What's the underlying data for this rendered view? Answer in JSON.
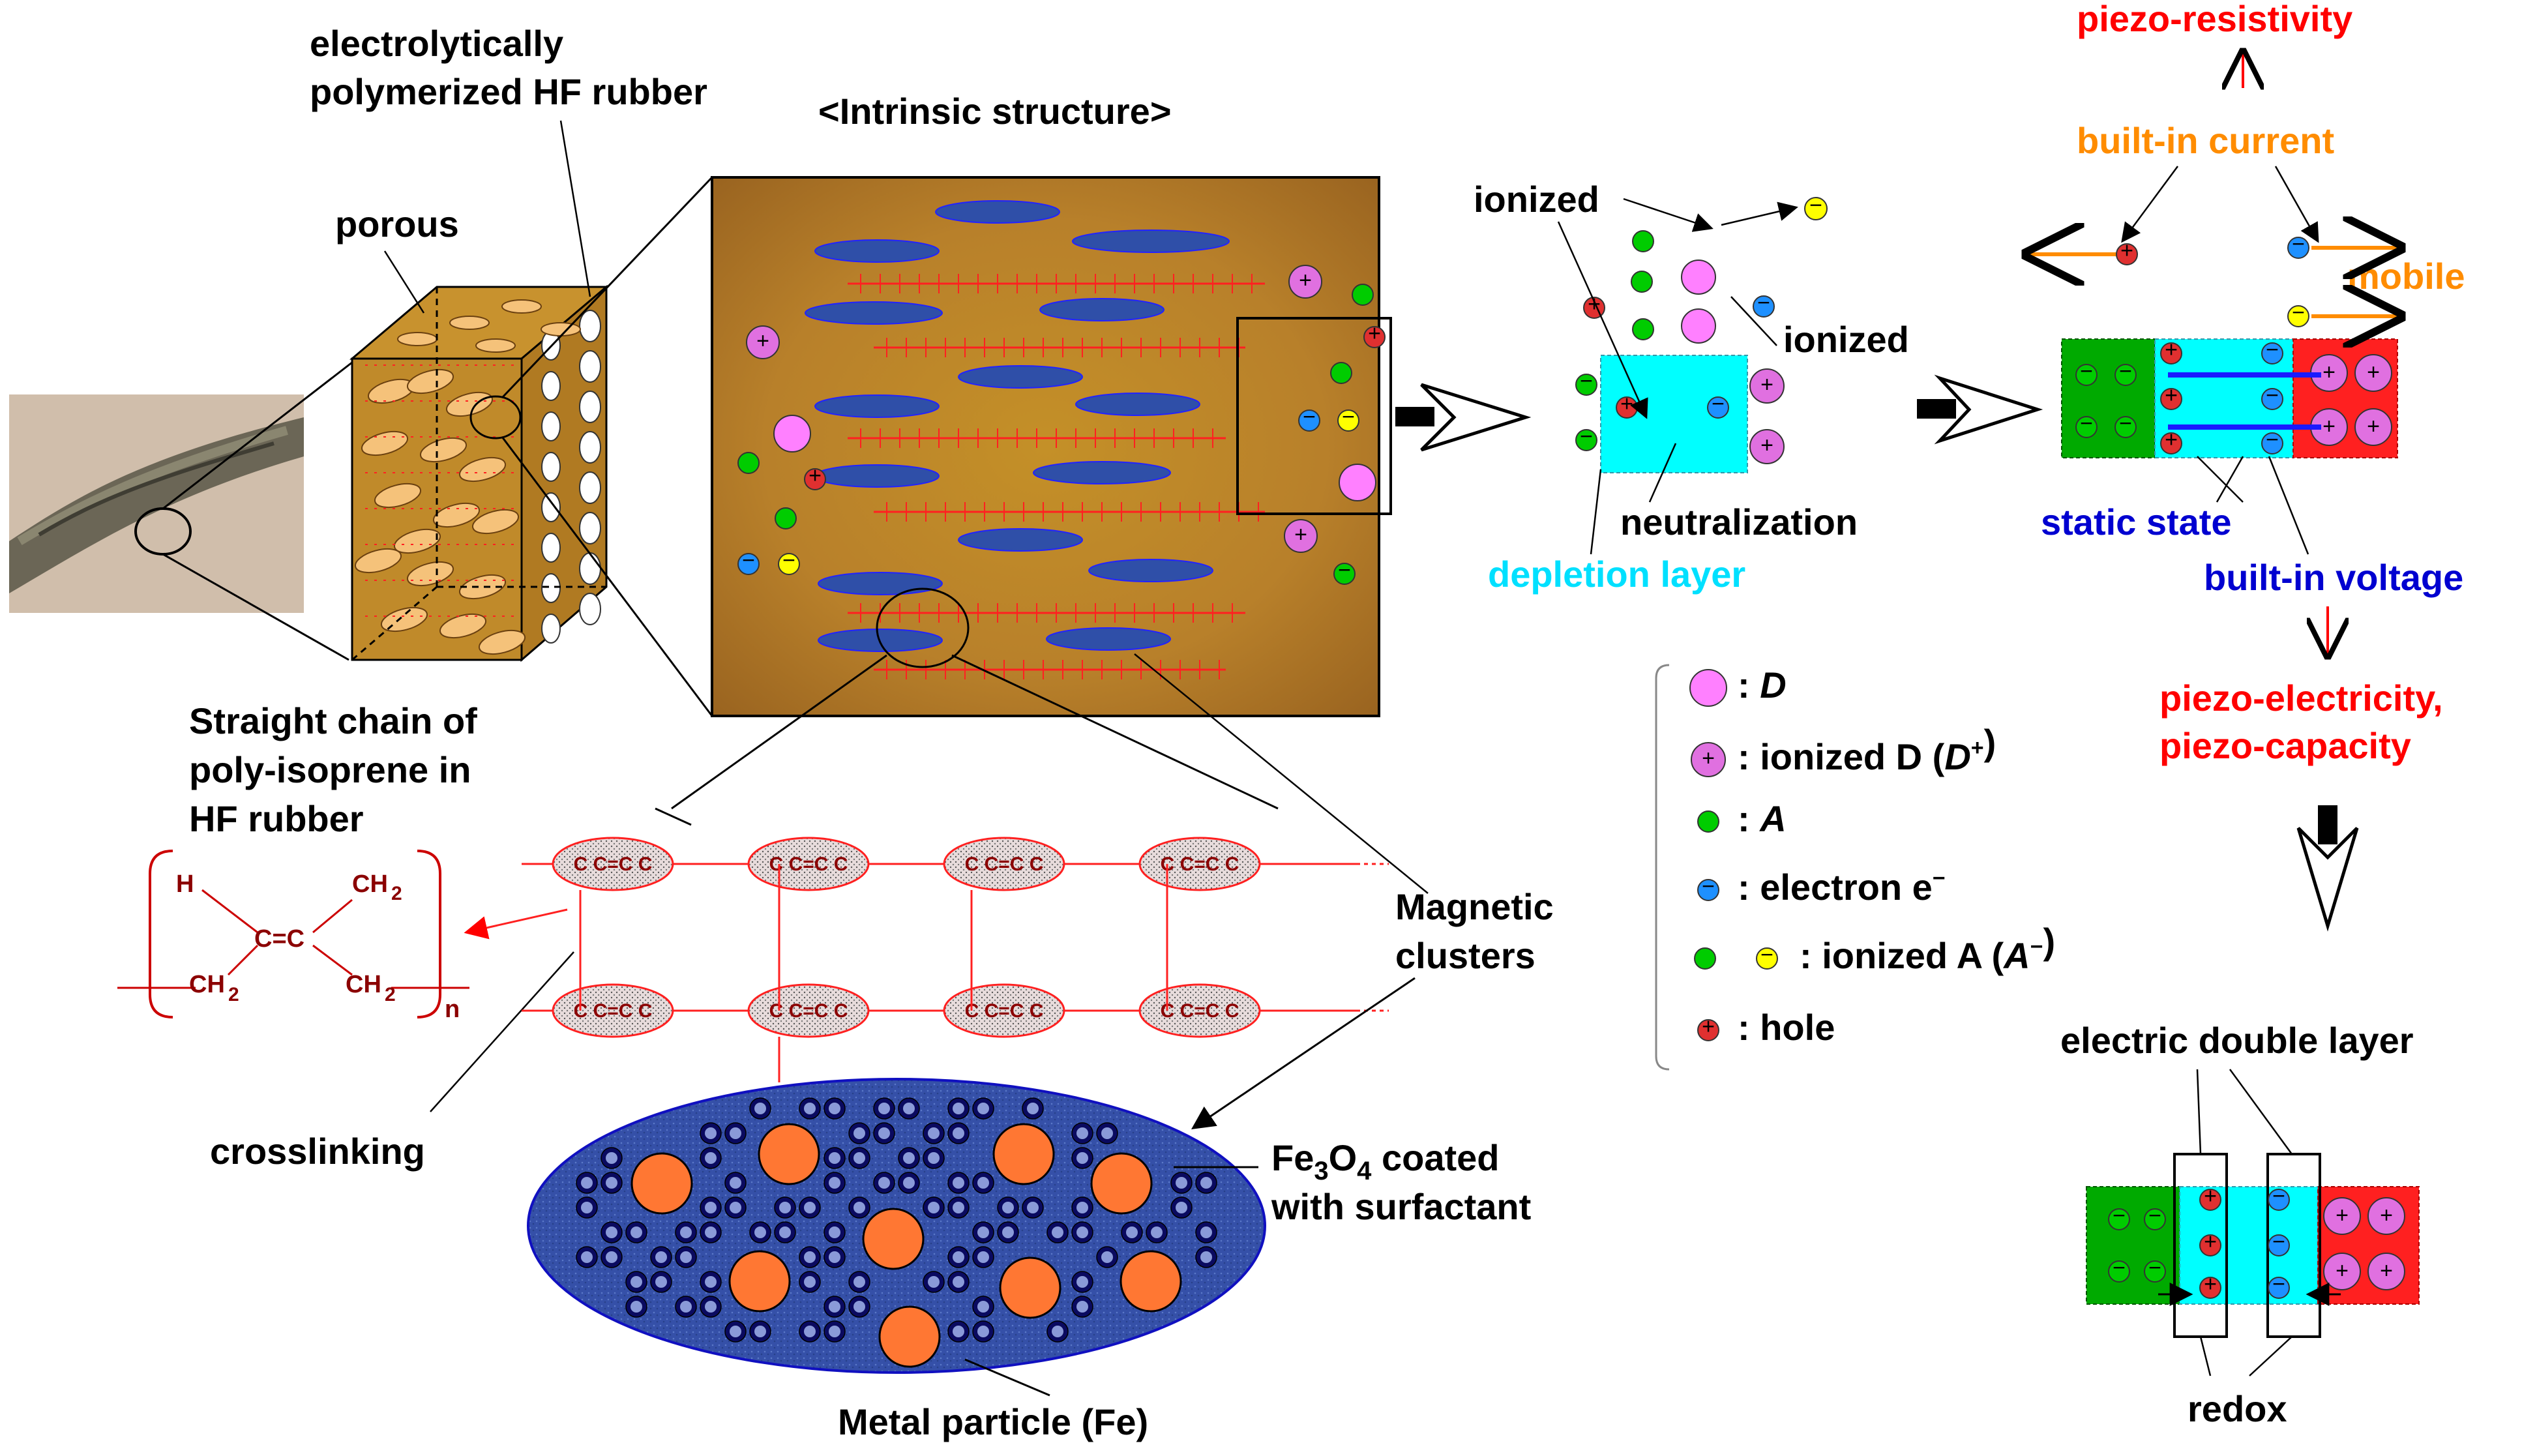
{
  "labels": {
    "electrolytically": "electrolytically",
    "polymerized": "polymerized HF rubber",
    "porous": "porous",
    "intrinsic": "<Intrinsic structure>",
    "straight_chain_1": "Straight chain of",
    "straight_chain_2": "poly-isoprene in",
    "straight_chain_3": "HF rubber",
    "crosslinking": "crosslinking",
    "magnetic_1": "Magnetic",
    "magnetic_2": "clusters",
    "fe3o4_1": "Fe",
    "fe3o4_sub1": "3",
    "fe3o4_2": "O",
    "fe3o4_sub2": "4",
    "fe3o4_3": " coated",
    "fe3o4_line2": "with surfactant",
    "metal_particle": "Metal particle (Fe)",
    "ionized_top": "ionized",
    "ionized_right": "ionized",
    "neutralization": "neutralization",
    "depletion_layer": "depletion layer",
    "piezo_resistivity": "piezo-resistivity",
    "builtin_current": "built-in current",
    "mobile": "mobile",
    "static_state": "static state",
    "builtin_voltage": "built-in voltage",
    "piezo_electricity": "piezo-electricity,",
    "piezo_capacity": "piezo-capacity",
    "electric_double_layer": "electric double layer",
    "redox": "redox"
  },
  "chemistry": {
    "H": "H",
    "CH": "CH",
    "two": "2",
    "n": "n",
    "double_bond": "C=C",
    "chain_unit": "C C=C C"
  },
  "legend": {
    "items": [
      {
        "prefix": ": ",
        "text": "D",
        "italic": true
      },
      {
        "prefix": ": ",
        "text": "ionized D (",
        "italic_part": "D",
        "sup": "+",
        "suffix": ")"
      },
      {
        "prefix": ": ",
        "text": "A",
        "italic": true
      },
      {
        "prefix": ": ",
        "text": "electron e",
        "sup": "−"
      },
      {
        "prefix": ": ",
        "text": "ionized A (",
        "italic_part": "A",
        "sup": "−",
        "suffix": ")"
      },
      {
        "prefix": ": ",
        "text": "hole"
      }
    ]
  },
  "signs": {
    "plus": "+",
    "minus": "−"
  },
  "colors": {
    "ionized_d": "#e070e0",
    "d": "#ff80ff",
    "a_green": "#00cc00",
    "electron_blue": "#1e90ff",
    "ionized_a_yellow": "#ffff00",
    "hole_red": "#e03030",
    "depletion": "#00ffff",
    "p_region": "#00aa00",
    "n_region": "#ff2020",
    "cluster_blue": "#2f4fa8",
    "fe_orange": "#ff7733",
    "rubber_brown": "#b8862a"
  }
}
